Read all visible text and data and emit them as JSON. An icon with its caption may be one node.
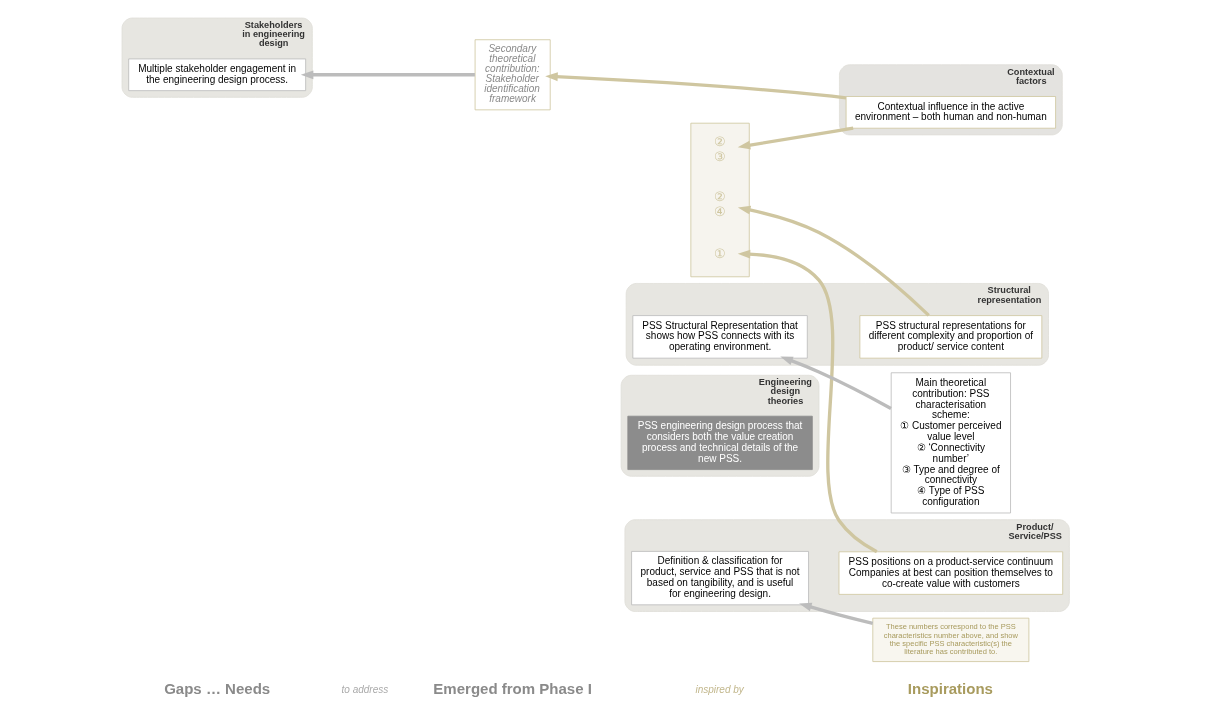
{
  "diagram": {
    "nodes": [
      {
        "text": [
          "Contextual factors"
        ]
      },
      {
        "text": [
          "Contextual influence in the active environment – both human and non-human"
        ],
        "in": 0
      },
      {
        "text": [
          "Stakeholders in engineering design"
        ]
      },
      {
        "text": [
          "Multiple stakeholder engagement in the engineering design process."
        ],
        "in": 2
      },
      {
        "text": [
          "Structural representation"
        ]
      },
      {
        "text": [
          "PSS Structural Representation that shows how PSS connects with its operating environment."
        ],
        "in": 4
      },
      {
        "text": [
          "PSS structural representations for different complexity and proportion of product/ service content"
        ],
        "in": 4
      },
      {
        "text": [
          "Engineering design theories"
        ]
      },
      {
        "text": [
          "PSS engineering design process that considers both the value creation process and technical details of the new PSS."
        ],
        "in": 7
      },
      {
        "text": [
          "Product/ Service/PSS"
        ]
      },
      {
        "text": [
          "Definition & classification for product, service and PSS that is not based on tangibility, and is useful for engineering design."
        ],
        "in": 9
      },
      {
        "text": [
          "PSS positions on a product-service continuum",
          "Companies at best can position themselves to co-create value with customers"
        ],
        "in": 9
      },
      {
        "text": [
          "Secondary theoretical contribution: Stakeholder identification framework"
        ]
      },
      {
        "text": [
          "Main theoretical contribution: PSS characterisation scheme:",
          "① Customer perceived value level",
          "② ‘Connectivity number’",
          "③ Type and degree of connectivity",
          "④ Type of PSS configuration"
        ]
      },
      {
        "text": [],
        "shape": "box"
      },
      {
        "text": [
          "②",
          "③"
        ],
        "in": 14
      },
      {
        "text": [
          "②",
          "④"
        ],
        "in": 14
      },
      {
        "text": [
          "①"
        ],
        "in": 14
      },
      {
        "text": [
          "These numbers correspond to the PSS characteristics number above, and show the specific PSS characteristic(s) the literature has contributed to."
        ]
      }
    ],
    "edges": [
      {
        "from": 1,
        "to": 12,
        "arrow": "to"
      },
      {
        "from": 1,
        "to": 15,
        "arrow": "to"
      },
      {
        "from": 12,
        "to": 3,
        "arrow": "to",
        "color": "#bcbcbc"
      },
      {
        "from": 13,
        "to": 5,
        "arrow": "to",
        "color": "#bcbcbc"
      },
      {
        "from": 6,
        "to": 16,
        "arrow": "to"
      },
      {
        "from": 18,
        "to": 10,
        "arrow": "to",
        "color": "#bcbcbc"
      },
      {
        "from": 11,
        "to": 17,
        "arrow": "to"
      }
    ],
    "labels": [
      "Gaps … Needs",
      "to address",
      "Emerged from Phase I",
      "inspired by",
      "Inspirations"
    ]
  }
}
